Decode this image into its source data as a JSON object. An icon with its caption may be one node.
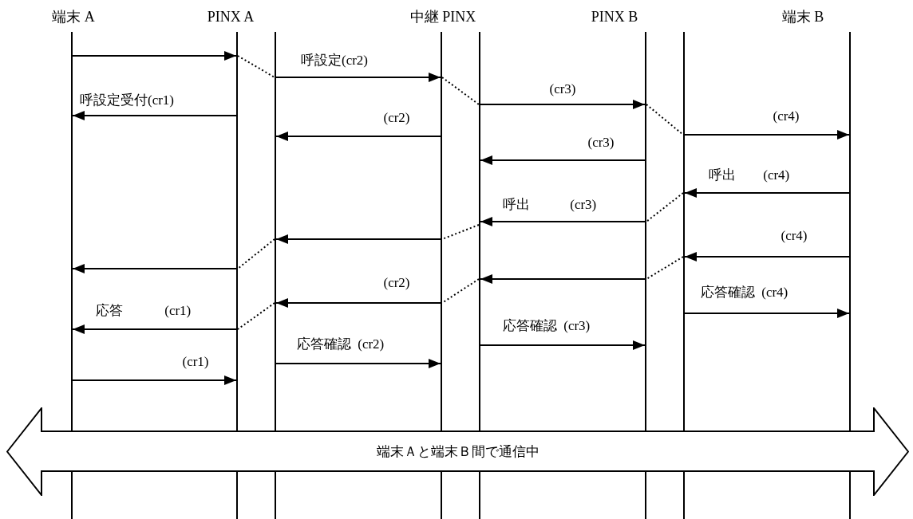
{
  "diagram": {
    "nodes": [
      {
        "text": [],
        "shape": "bar"
      },
      {
        "text": [],
        "shape": "bar"
      },
      {
        "text": [],
        "shape": "bar"
      },
      {
        "text": [],
        "shape": "bar"
      },
      {
        "text": [],
        "shape": "bar"
      },
      {
        "text": [],
        "shape": "bar"
      },
      {
        "text": [],
        "shape": "bar"
      },
      {
        "text": [],
        "shape": "bar"
      },
      {
        "text": [
          "端末Ａと端末Ｂ間で通信中"
        ]
      }
    ],
    "edges": [
      {
        "from": 0,
        "to": 1,
        "arrow": "to"
      },
      {
        "from": 1,
        "to": 2,
        "arrow": "none",
        "style": "dashed"
      },
      {
        "from": 2,
        "to": 3,
        "arrow": "to",
        "label": "呼設定(cr2)"
      },
      {
        "from": 3,
        "to": 4,
        "arrow": "none",
        "style": "dashed"
      },
      {
        "from": 4,
        "to": 5,
        "arrow": "to",
        "label": "(cr3)"
      },
      {
        "from": 5,
        "to": 6,
        "arrow": "none",
        "style": "dashed"
      },
      {
        "from": 6,
        "to": 7,
        "arrow": "to",
        "label": "(cr4)"
      },
      {
        "from": 1,
        "to": 0,
        "arrow": "to",
        "label": "呼設定受付(cr1)"
      },
      {
        "from": 3,
        "to": 2,
        "arrow": "to",
        "label": "(cr2)"
      },
      {
        "from": 5,
        "to": 4,
        "arrow": "to",
        "label": "(cr3)"
      },
      {
        "from": 7,
        "to": 6,
        "arrow": "to",
        "label": "呼出 (cr4)"
      },
      {
        "from": 6,
        "to": 5,
        "arrow": "none",
        "style": "dashed"
      },
      {
        "from": 5,
        "to": 4,
        "arrow": "to",
        "label": "呼出 (cr3)"
      },
      {
        "from": 4,
        "to": 3,
        "arrow": "none",
        "style": "dashed"
      },
      {
        "from": 3,
        "to": 2,
        "arrow": "to"
      },
      {
        "from": 2,
        "to": 1,
        "arrow": "none",
        "style": "dashed"
      },
      {
        "from": 1,
        "to": 0,
        "arrow": "to"
      },
      {
        "from": 7,
        "to": 6,
        "arrow": "to",
        "label": "(cr4)"
      },
      {
        "from": 6,
        "to": 5,
        "arrow": "none",
        "style": "dashed"
      },
      {
        "from": 5,
        "to": 4,
        "arrow": "to"
      },
      {
        "from": 4,
        "to": 3,
        "arrow": "none",
        "style": "dashed"
      },
      {
        "from": 3,
        "to": 2,
        "arrow": "to",
        "label": "(cr2)"
      },
      {
        "from": 2,
        "to": 1,
        "arrow": "none",
        "style": "dashed"
      },
      {
        "from": 1,
        "to": 0,
        "arrow": "to",
        "label": "応答 (cr1)"
      },
      {
        "from": 6,
        "to": 7,
        "arrow": "to",
        "label": "応答確認 (cr4)"
      },
      {
        "from": 4,
        "to": 5,
        "arrow": "to",
        "label": "応答確認 (cr3)"
      },
      {
        "from": 2,
        "to": 3,
        "arrow": "to",
        "label": "応答確認 (cr2)"
      },
      {
        "from": 0,
        "to": 1,
        "arrow": "to",
        "label": "(cr1)"
      }
    ],
    "labels": [
      "端末 A",
      "PINX A",
      "中継 PINX",
      "PINX B",
      "端末 B"
    ]
  }
}
